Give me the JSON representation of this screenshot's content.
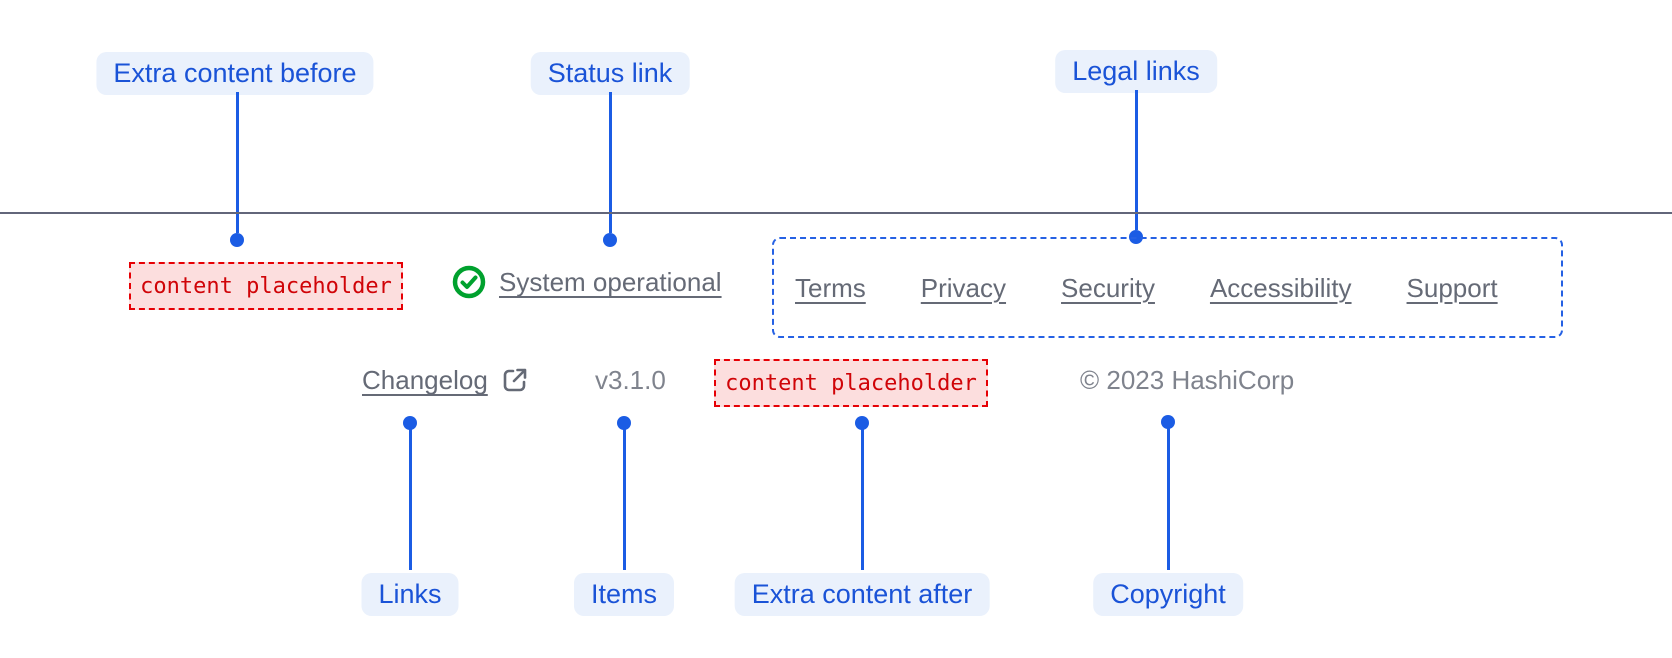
{
  "annotations": {
    "top": [
      {
        "label": "Extra content before"
      },
      {
        "label": "Status link"
      },
      {
        "label": "Legal links"
      }
    ],
    "bottom": [
      {
        "label": "Links"
      },
      {
        "label": "Items"
      },
      {
        "label": "Extra content after"
      },
      {
        "label": "Copyright"
      }
    ]
  },
  "footer": {
    "extra_content_before": "content placeholder",
    "status": {
      "label": "System operational",
      "icon": "check-circle-icon"
    },
    "legal_links": [
      "Terms",
      "Privacy",
      "Security",
      "Accessibility",
      "Support"
    ],
    "links": [
      {
        "label": "Changelog",
        "icon": "external-link-icon"
      }
    ],
    "items": [
      {
        "label": "v3.1.0"
      }
    ],
    "extra_content_after": "content placeholder",
    "copyright": "© 2023 HashiCorp"
  },
  "colors": {
    "annotation_blue": "#1b5ce4",
    "annotation_pill_bg": "#eaf1fc",
    "annotation_pill_text": "#1a53d7",
    "placeholder_red_text": "#d00408",
    "placeholder_red_border": "#e60005",
    "placeholder_red_bg": "#fcdede",
    "footer_text": "#656a76",
    "footer_text_muted": "#7f838d",
    "status_green": "#00a12e",
    "divider_gray": "#62667a"
  }
}
